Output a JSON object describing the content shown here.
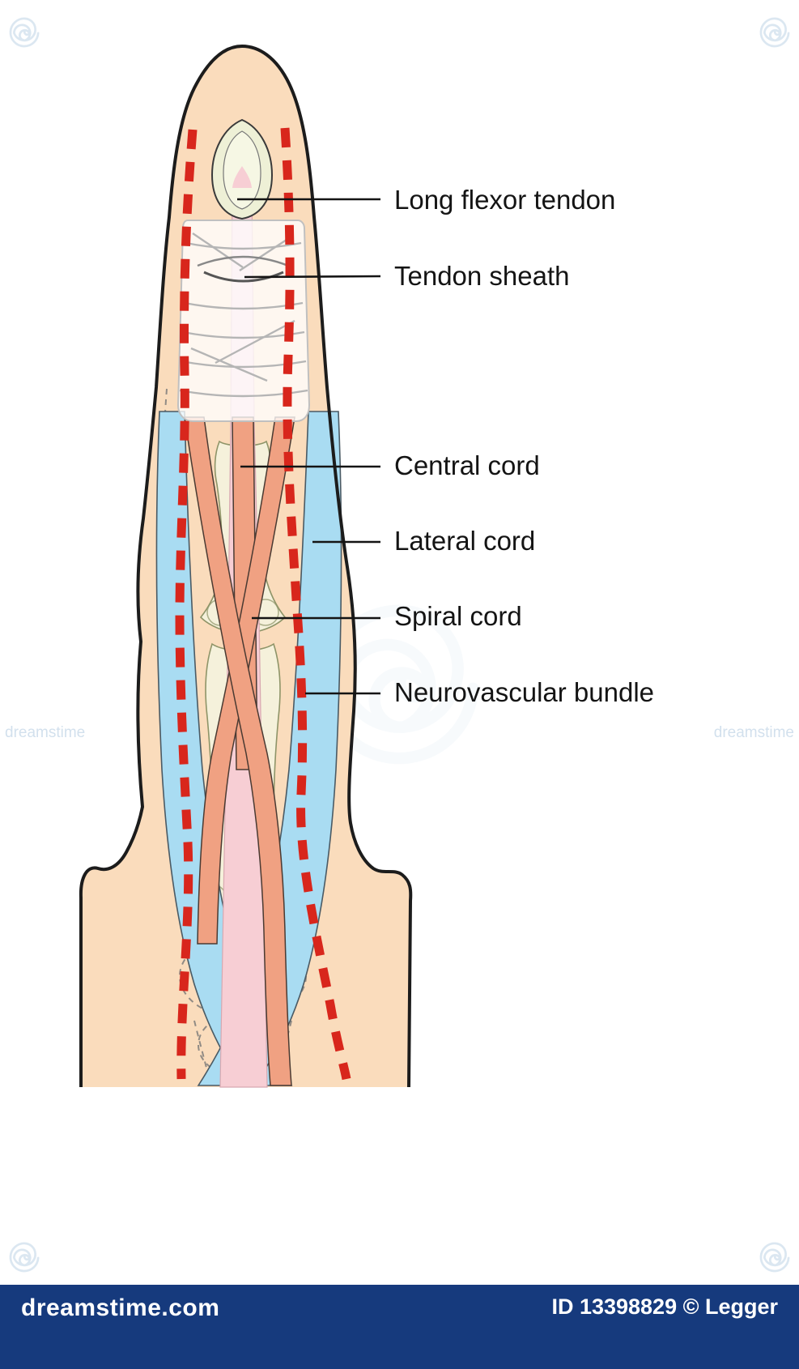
{
  "labels": [
    {
      "text": "Long flexor tendon"
    },
    {
      "text": "Tendon sheath"
    },
    {
      "text": "Central cord"
    },
    {
      "text": "Lateral cord"
    },
    {
      "text": "Spiral cord"
    },
    {
      "text": "Neurovascular bundle"
    }
  ],
  "watermark": {
    "brand": "dreamstime.com",
    "id_text": "ID 13398829 © Legger",
    "edge_text": "dreamstime"
  },
  "colors": {
    "skin": "#fadcbc",
    "outline": "#1c1c1c",
    "neurovascular_red": "#d8261c",
    "lateral_cord_blue": "#a9dcf2",
    "cord_salmon": "#f0a182",
    "tendon_pink": "#f7ced4",
    "bone_fill": "#f3f4e0",
    "footer_navy": "#163a7d"
  }
}
